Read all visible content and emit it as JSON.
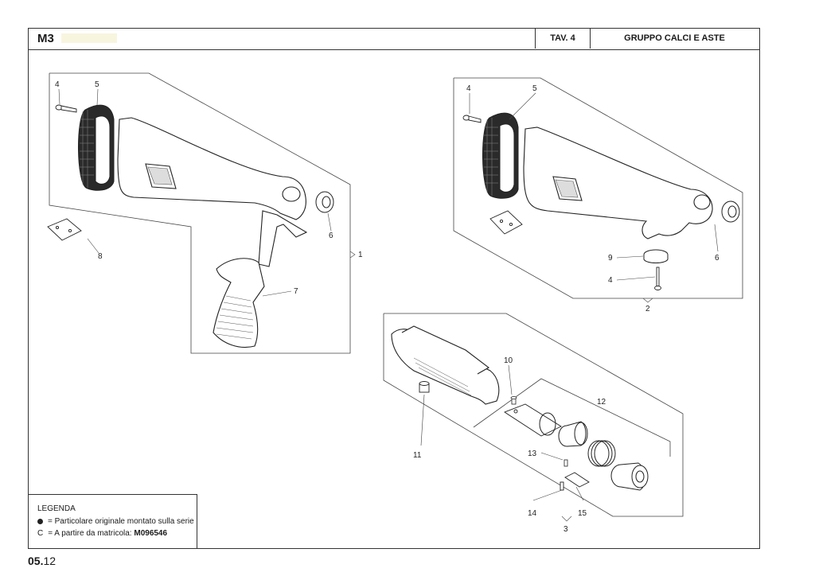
{
  "header": {
    "model": "M3",
    "table": "TAV. 4",
    "title": "GRUPPO CALCI E ASTE"
  },
  "callouts": {
    "n1": "1",
    "n2": "2",
    "n3": "3",
    "n4a": "4",
    "n4b": "4",
    "n4c": "4",
    "n5a": "5",
    "n5b": "5",
    "n6a": "6",
    "n6b": "6",
    "n7": "7",
    "n8": "8",
    "n9": "9",
    "n10": "10",
    "n11": "11",
    "n12": "12",
    "n13": "13",
    "n14": "14",
    "n15": "15"
  },
  "legend": {
    "title": "LEGENDA",
    "bullet_text": "= Particolare originale montato sulla serie",
    "c_key": "C",
    "c_text": "= A partire da matricola:",
    "c_value": "M096546"
  },
  "page": {
    "section": "05.",
    "number": "12"
  }
}
